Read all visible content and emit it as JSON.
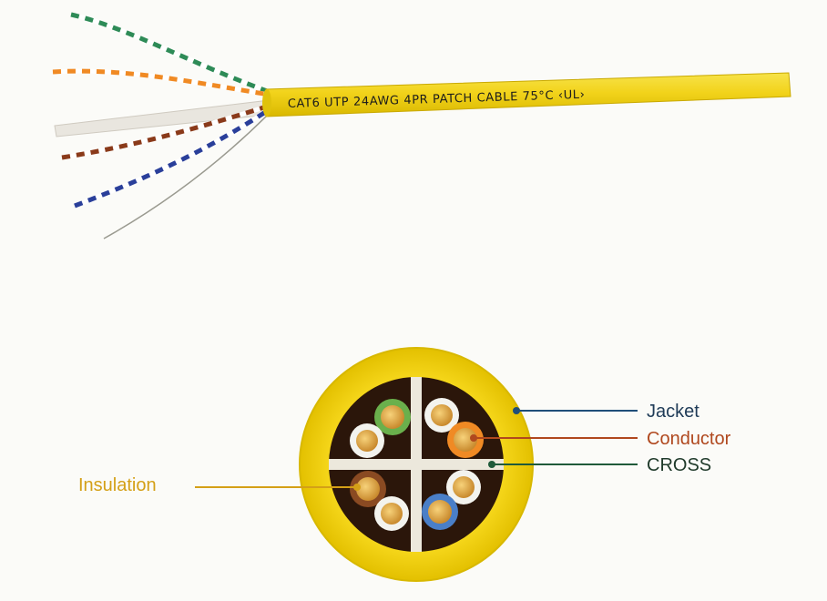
{
  "cable": {
    "printed_marking": "CAT6 UTP 24AWG 4PR PATCH CABLE 75°C ‹UL›",
    "jacket_color": "#f2d31b",
    "wire_pairs": [
      {
        "stripe": "green",
        "color": "#2e8b57"
      },
      {
        "stripe": "orange",
        "color": "#f08a24"
      },
      {
        "stripe": "brown",
        "color": "#8a3a1a"
      },
      {
        "stripe": "blue",
        "color": "#2a3f9a"
      }
    ]
  },
  "cross_section": {
    "labels": {
      "jacket": "Jacket",
      "conductor": "Conductor",
      "cross": "CROSS",
      "insulation": "Insulation"
    },
    "colors": {
      "jacket_line": "#1f4e79",
      "conductor_line": "#b0481e",
      "cross_line": "#1f5a3a",
      "insulation_line": "#d4a017"
    }
  }
}
